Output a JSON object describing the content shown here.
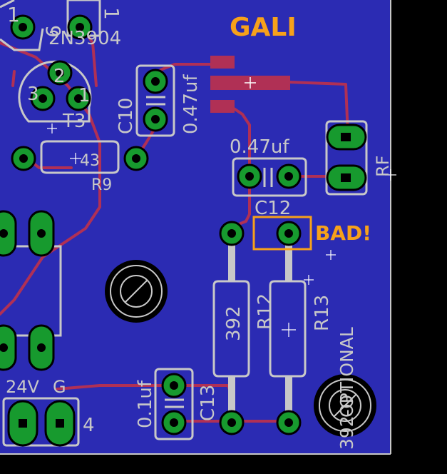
{
  "colors": {
    "background": "#000000",
    "board": "#2b2bb3",
    "copper": "#b03055",
    "pad": "#179a2e",
    "silkscreen": "#c8c8c8",
    "highlight": "#f7a11a"
  },
  "title": "GALI",
  "annotation": "BAD!",
  "transistor": {
    "name": "2N3904",
    "ref": "T3",
    "pins": [
      "3",
      "2",
      "1"
    ]
  },
  "labels": {
    "c10_name": "C10",
    "c10_value": "0.47uf",
    "c12_name": "C12",
    "c12_value": "0.47uf",
    "c13_name": "C13",
    "c13_value": "0.1uf",
    "r9_name": "R9",
    "r9_value": "43",
    "r12_name": "R12",
    "r12_value": "392",
    "r13_name": "R13",
    "r13_value": "OPTIONAL",
    "r13_alt": "392-O",
    "rf": "RF",
    "power": "24V",
    "ground": "G",
    "pin4": "4",
    "top_left_frag1": "1",
    "top_left_frag2": "9",
    "top_left_frag3": "1"
  }
}
